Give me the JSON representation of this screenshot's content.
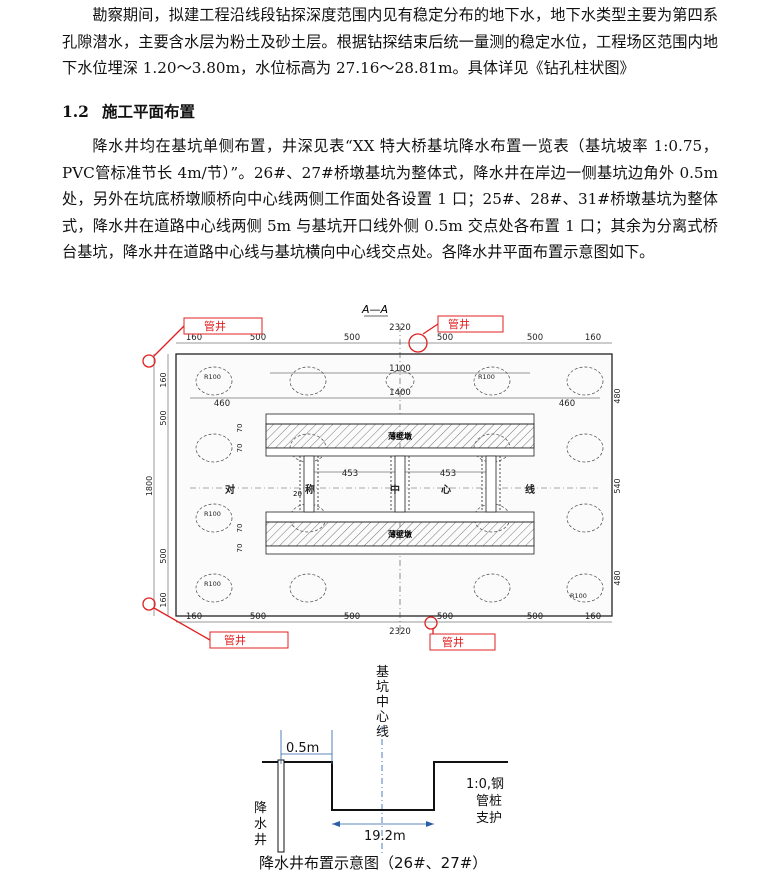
{
  "paragraph1": "勘察期间，拟建工程沿线段钻探深度范围内见有稳定分布的地下水，地下水类型主要为第四系孔隙潜水，主要含水层为粉土及砂土层。根据钻探结束后统一量测的稳定水位，工程场区范围内地下水位埋深 1.20～3.80m，水位标高为 27.16～28.81m。具体详见《钻孔柱状图》",
  "heading": {
    "number": "1.2",
    "title": "施工平面布置"
  },
  "paragraph2": "降水井均在基坑单侧布置，井深见表“XX 特大桥基坑降水布置一览表（基坑坡率 1:0.75，PVC管标准节长 4m/节）”。26#、27#桥墩基坑为整体式，降水井在岸边一侧基坑边角外 0.5m处，另外在坑底桥墩顺桥向中心线两侧工作面处各设置 1 口；25#、28#、31#桥墩基坑为整体式，降水井在道路中心线两侧 5m 与基坑开口线外侧 0.5m 交点处各布置 1 口；其余为分离式桥台基坑，降水井在道路中心线与基坑横向中心线交点处。各降水井平面布置示意图如下。",
  "plan": {
    "section_title": "A—A",
    "well_label": "管井",
    "dims_top": [
      "160",
      "500",
      "500",
      "500",
      "500",
      "160"
    ],
    "total_width": "2320",
    "inner_1100": "1100",
    "inner_1400": "1400",
    "dims_460_left": "460",
    "dims_460_right": "460",
    "dims_453": "453",
    "left_vertical": [
      "160",
      "500",
      "1800",
      "500",
      "160"
    ],
    "right_vertical": [
      "480",
      "540",
      "480"
    ],
    "small_vertical": [
      "70",
      "70",
      "70",
      "70"
    ],
    "radius_label": "R100",
    "beam_label": "薄壁墩",
    "centerline_chars": [
      "对",
      "称",
      "中",
      "心",
      "线"
    ],
    "mark_20": "20"
  },
  "section": {
    "centerline_label": "基坑中心线",
    "offset_label": "0.5m",
    "width_label": "19.2m",
    "well_label": "降水井",
    "support_label": "1:0,钢管桩支护"
  },
  "caption": "降水井布置示意图（26#、27#）"
}
